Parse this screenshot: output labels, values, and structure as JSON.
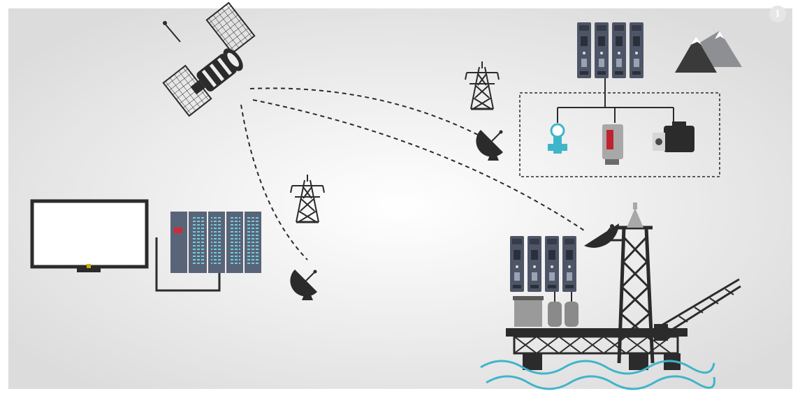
{
  "diagram": {
    "nodes": [
      {
        "id": "satellite",
        "icon": "satellite-icon"
      },
      {
        "id": "pylon-top",
        "icon": "power-pylon-icon"
      },
      {
        "id": "pylon-mid",
        "icon": "power-pylon-icon"
      },
      {
        "id": "dish-top",
        "icon": "satellite-dish-icon"
      },
      {
        "id": "dish-mid",
        "icon": "satellite-dish-icon"
      },
      {
        "id": "dish-rig",
        "icon": "satellite-dish-icon"
      },
      {
        "id": "remote-controller",
        "icon": "controller-rack-icon"
      },
      {
        "id": "flow-meter",
        "icon": "flow-meter-icon"
      },
      {
        "id": "sensor",
        "icon": "sensor-icon"
      },
      {
        "id": "servo-motor",
        "icon": "servo-motor-icon"
      },
      {
        "id": "mountains",
        "icon": "mountains-icon"
      },
      {
        "id": "monitor",
        "icon": "monitor-icon"
      },
      {
        "id": "plc",
        "icon": "plc-rack-icon"
      },
      {
        "id": "oil-rig",
        "icon": "oil-rig-icon"
      },
      {
        "id": "rig-controller",
        "icon": "controller-rack-icon"
      },
      {
        "id": "waves",
        "icon": "waves-icon"
      }
    ],
    "links": [
      {
        "from": "satellite",
        "to": "dish-top",
        "style": "dashed"
      },
      {
        "from": "satellite",
        "to": "dish-mid",
        "style": "dashed"
      },
      {
        "from": "satellite",
        "to": "dish-rig",
        "style": "dashed"
      },
      {
        "from": "monitor",
        "to": "plc",
        "style": "solid"
      },
      {
        "from": "remote-controller",
        "to": "field-devices",
        "style": "solid"
      }
    ],
    "colors": {
      "background": "#efefef",
      "dark": "#2b2b2b",
      "rack": "#4d5566",
      "accent": "#3fb5c9",
      "plc": "#5a6478",
      "plc_led": "#cc2b3a"
    }
  },
  "toolbar": {
    "info_icon": "info-icon",
    "info_label": "i"
  }
}
